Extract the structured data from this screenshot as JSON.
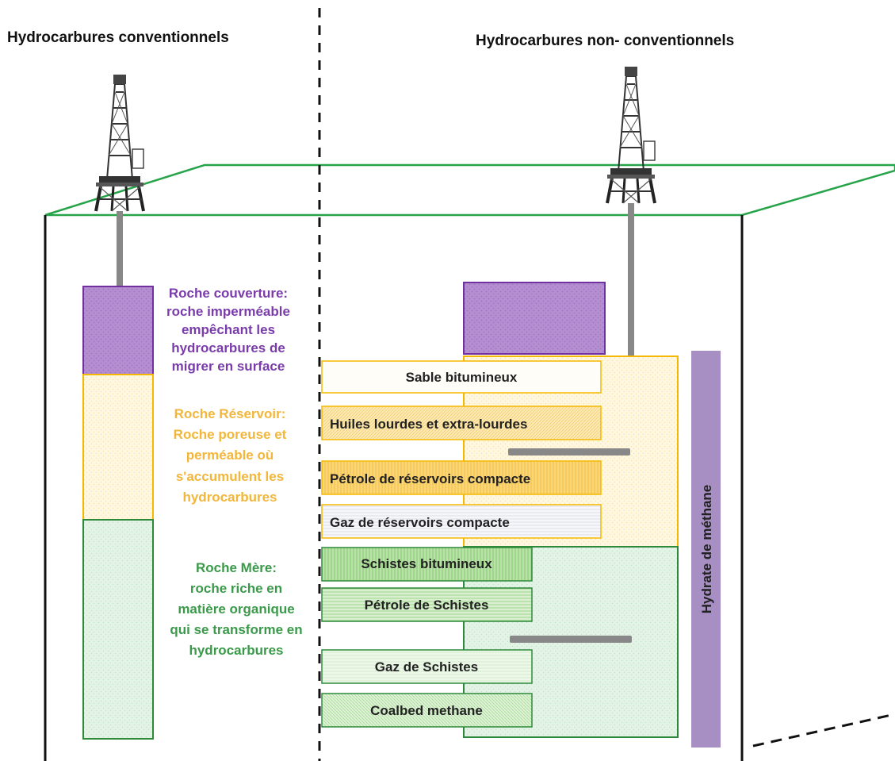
{
  "titles": {
    "conventional": "Hydrocarbures conventionnels",
    "unconventional": "Hydrocarbures non- conventionnels"
  },
  "colors": {
    "purple": "#7030a0",
    "purple_fill": "#b48ed0",
    "yellow": "#f5b800",
    "yellow_text": "#f2b63a",
    "yellow_fill": "#fff6dc",
    "green": "#2e8a3a",
    "green_text": "#3a9a4a",
    "green_fill": "#dff3e3",
    "surface_line": "#27a34a",
    "hydrate_fill": "#a78fc4",
    "pipe": "#888888"
  },
  "left_column": {
    "cover_rock": {
      "lines": [
        "Roche couverture:",
        "roche imperméable",
        "empêchant les",
        "hydrocarbures de",
        "migrer en surface"
      ]
    },
    "reservoir_rock": {
      "lines": [
        "Roche Réservoir:",
        "Roche poreuse et",
        "perméable où",
        "s'accumulent les",
        "hydrocarbures"
      ]
    },
    "source_rock": {
      "lines": [
        "Roche Mère:",
        "roche riche en",
        "matière organique",
        "qui se transforme en",
        "hydrocarbures"
      ]
    }
  },
  "right_column": {
    "items": [
      "Sable bitumineux",
      "Huiles lourdes et extra-lourdes",
      "Pétrole de réservoirs compacte",
      "Gaz de réservoirs compacte",
      "Schistes bitumineux",
      "Pétrole de Schistes",
      "Gaz de Schistes",
      "Coalbed methane"
    ],
    "hydrate_label": "Hydrate de méthane"
  },
  "icons": {
    "left_rig": "drilling-rig-icon",
    "right_rig": "drilling-rig-icon"
  }
}
